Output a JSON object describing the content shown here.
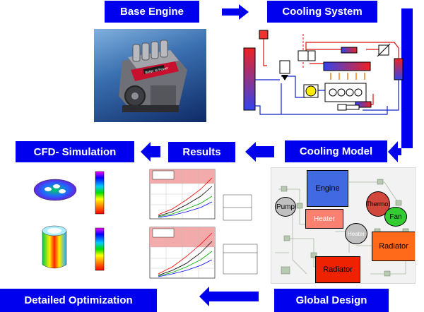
{
  "stages": {
    "base_engine": "Base Engine",
    "cooling_system": "Cooling System",
    "cooling_model": "Cooling Model",
    "results": "Results",
    "cfd_simulation": "CFD- Simulation",
    "global_design": "Global Design",
    "detailed_optimization": "Detailed Optimization"
  },
  "model_blocks": {
    "engine": "Engine",
    "pump": "Pump",
    "thermo": "Thermo.",
    "fan": "Fan",
    "heater_1": "Heater",
    "heater_2": "Heater",
    "radiator_1": "Radiator",
    "radiator_2": "Radiator"
  },
  "engine_badge": "BMW M Power",
  "colors": {
    "stage_box": "#0000ee",
    "arrow": "#0000ee",
    "engine_block": "#4169e1",
    "heater_block": "#fa8072",
    "radiator_block": "#ff6a1a",
    "radiator_red": "#ee2200",
    "fan_block": "#33cc33",
    "pump_block": "#c0c0c0",
    "thermo_block": "#d2473c"
  }
}
